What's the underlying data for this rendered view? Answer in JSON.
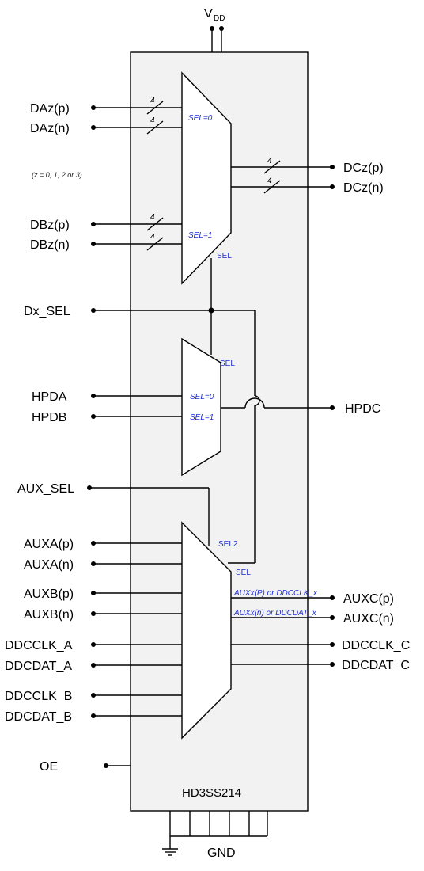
{
  "power": {
    "label": "V",
    "sub": "DD"
  },
  "ground": {
    "label": "GND"
  },
  "chip": {
    "name": "HD3SS214",
    "fill": "#f2f2f2"
  },
  "sel_color": "#1f2fd0",
  "pins_left": {
    "daz_p": "DAz(p)",
    "daz_n": "DAz(n)",
    "dbz_p": "DBz(p)",
    "dbz_n": "DBz(n)",
    "dx_sel": "Dx_SEL",
    "hpda": "HPDA",
    "hpdb": "HPDB",
    "aux_sel": "AUX_SEL",
    "auxa_p": "AUXA(p)",
    "auxa_n": "AUXA(n)",
    "auxb_p": "AUXB(p)",
    "auxb_n": "AUXB(n)",
    "ddcclk_a": "DDCCLK_A",
    "ddcdat_a": "DDCDAT_A",
    "ddcclk_b": "DDCCLK_B",
    "ddcdat_b": "DDCDAT_B",
    "oe": "OE"
  },
  "pins_right": {
    "dcz_p": "DCz(p)",
    "dcz_n": "DCz(n)",
    "hpdc": "HPDC",
    "auxc_p": "AUXC(p)",
    "auxc_n": "AUXC(n)",
    "ddcclk_c": "DDCCLK_C",
    "ddcdat_c": "DDCDAT_C"
  },
  "note": "(z = 0, 1, 2 or 3)",
  "bus_width": "4",
  "mux_labels": {
    "sel0": "SEL=0",
    "sel1": "SEL=1",
    "sel": "SEL",
    "sel2": "SEL2",
    "aux_out_p": "AUXx(P) or DDCCLK_x",
    "aux_out_n": "AUXx(n) or DDCDAT_x"
  }
}
